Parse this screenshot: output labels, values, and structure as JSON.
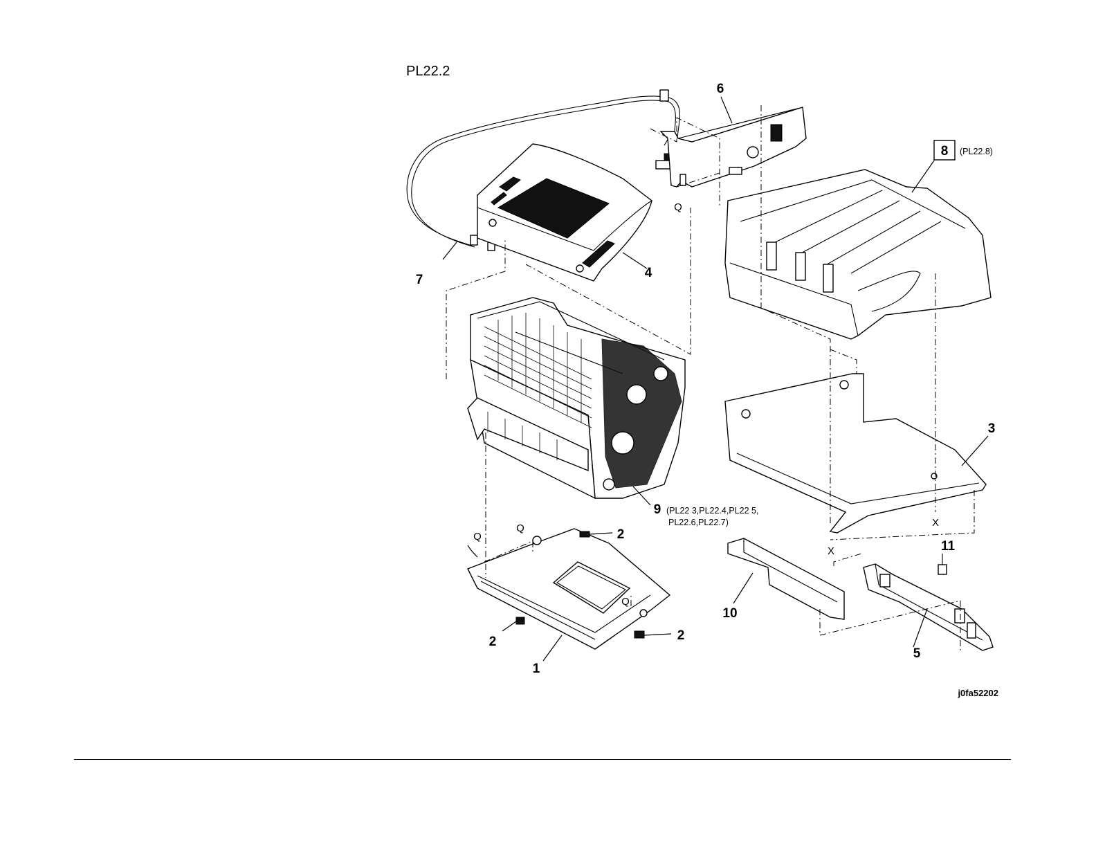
{
  "page": {
    "title": "PL22.2",
    "figure_id": "j0fa52202"
  },
  "callouts": {
    "c1": "1",
    "c2a": "2",
    "c2b": "2",
    "c2c": "2",
    "c3": "3",
    "c4": "4",
    "c5": "5",
    "c6": "6",
    "c7": "7",
    "c8": "8",
    "c9": "9",
    "c10": "10",
    "c11": "11"
  },
  "references": {
    "r8": "(PL22.8)",
    "r9_line1": "(PL22 3,PL22.4,PL22 5,",
    "r9_line2": "PL22.6,PL22.7)"
  },
  "alignment_marks": {
    "q1": "Q",
    "q2": "Q",
    "q3": "Q",
    "q4": "Q",
    "x1": "X",
    "x2": "X"
  }
}
